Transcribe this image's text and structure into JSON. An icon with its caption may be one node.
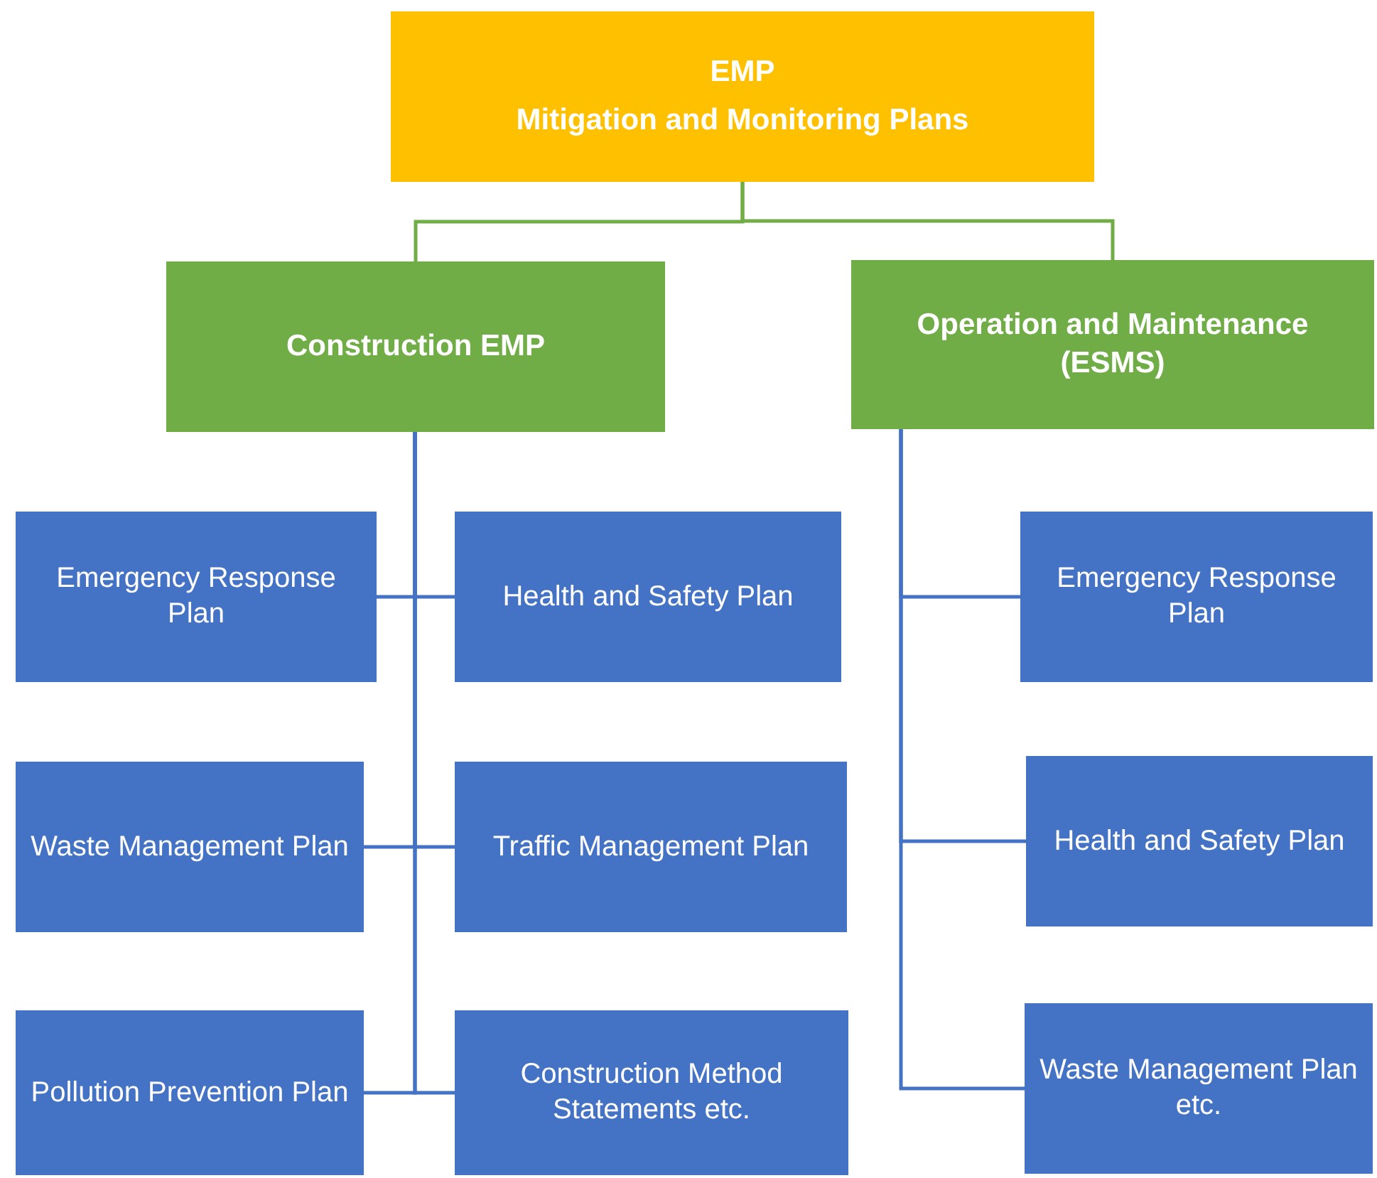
{
  "diagram": {
    "nodes": [
      {
        "text": [
          "EMP",
          "Mitigation and Monitoring Plans"
        ]
      },
      {
        "text": [
          "Construction EMP"
        ]
      },
      {
        "text": [
          "Operation and Maintenance (ESMS)"
        ]
      },
      {
        "text": [
          "Emergency Response Plan"
        ]
      },
      {
        "text": [
          "Health and Safety Plan"
        ]
      },
      {
        "text": [
          "Waste Management Plan"
        ]
      },
      {
        "text": [
          "Traffic Management Plan"
        ]
      },
      {
        "text": [
          "Pollution Prevention Plan"
        ]
      },
      {
        "text": [
          "Construction Method Statements etc."
        ]
      },
      {
        "text": [
          "Emergency Response Plan"
        ]
      },
      {
        "text": [
          "Health and Safety Plan"
        ]
      },
      {
        "text": [
          "Waste Management Plan etc."
        ]
      }
    ],
    "edges": [
      {
        "from": 0,
        "to": 1,
        "arrow": "none",
        "color": "#70ad47"
      },
      {
        "from": 0,
        "to": 2,
        "arrow": "none",
        "color": "#70ad47"
      },
      {
        "from": 1,
        "to": 3,
        "arrow": "none"
      },
      {
        "from": 1,
        "to": 4,
        "arrow": "none"
      },
      {
        "from": 1,
        "to": 5,
        "arrow": "none"
      },
      {
        "from": 1,
        "to": 6,
        "arrow": "none"
      },
      {
        "from": 1,
        "to": 7,
        "arrow": "none"
      },
      {
        "from": 1,
        "to": 8,
        "arrow": "none"
      },
      {
        "from": 2,
        "to": 9,
        "arrow": "none"
      },
      {
        "from": 2,
        "to": 10,
        "arrow": "none"
      },
      {
        "from": 2,
        "to": 11,
        "arrow": "none"
      }
    ]
  }
}
